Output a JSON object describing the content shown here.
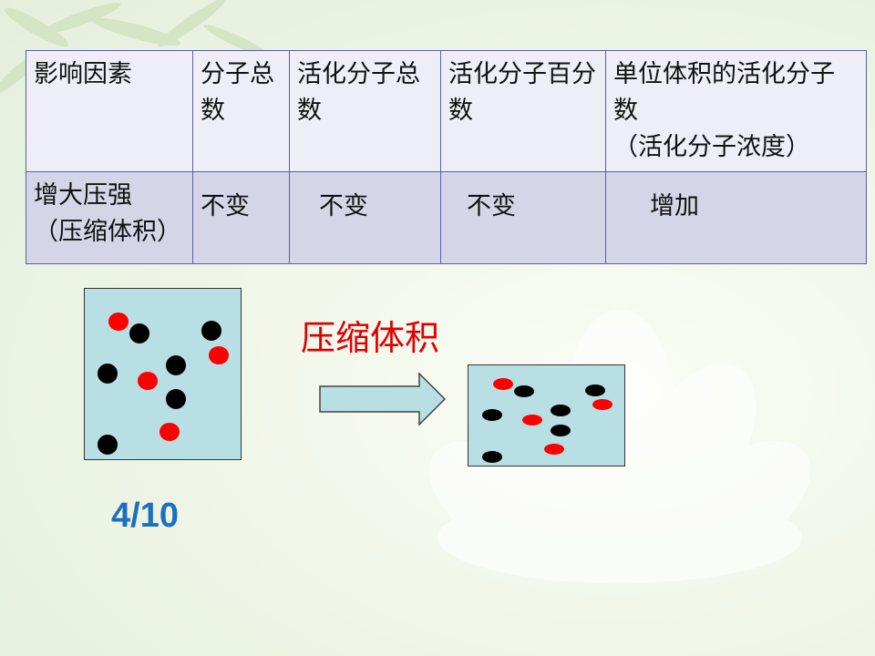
{
  "table": {
    "headers": [
      "影响因素",
      "分子总数",
      "活化分子总数",
      "活化分子百分数",
      "单位体积的活化分子数",
      "（活化分子浓度）"
    ],
    "row": {
      "factor": "增大压强",
      "factor_note": "（压缩体积）",
      "total_molecules": "不变",
      "activated_total": "不变",
      "activated_percent": "不变",
      "activated_concentration": "增加"
    }
  },
  "compress_label": "压缩体积",
  "ratio_text": "4/10",
  "colors": {
    "activated_molecule": "#ff0000",
    "ordinary_molecule": "#000000",
    "box_fill": "#b8dfe3",
    "text_blue": "#1d6fbf",
    "label_red": "#e00000"
  },
  "before_box": {
    "activated_count": 4,
    "ordinary_count": 6
  },
  "after_box": {
    "activated_count": 4,
    "ordinary_count": 6
  }
}
